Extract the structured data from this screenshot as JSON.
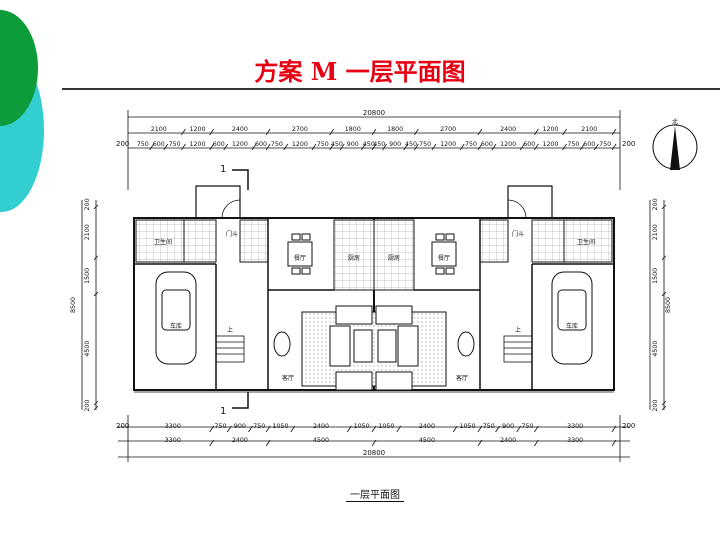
{
  "slide": {
    "title": "方案 M 一层平面图",
    "caption": "一层平面图"
  },
  "colors": {
    "title": "#e60012",
    "accent_green": "#0e9b3a",
    "accent_cyan": "#33cfd0",
    "line": "#111111"
  },
  "dimensions": {
    "overall": "20800",
    "top_row1": [
      "2100",
      "1200",
      "2400",
      "2700",
      "1800",
      "1800",
      "2700",
      "2400",
      "1200",
      "2100"
    ],
    "top_row2": [
      "750",
      "600",
      "750",
      "1200",
      "600",
      "1200",
      "600",
      "750",
      "1200",
      "750",
      "450",
      "900",
      "450",
      "450",
      "900",
      "450",
      "750",
      "1200",
      "750",
      "600",
      "1200",
      "600",
      "1200",
      "750",
      "600",
      "750"
    ],
    "side": "200",
    "left_vertical": [
      "200",
      "2100",
      "1500",
      "4500",
      "200"
    ],
    "left_total": "8500",
    "right_vertical": [
      "200",
      "2100",
      "1500",
      "4500",
      "200"
    ],
    "right_total": "8500",
    "bottom_row1": [
      "3300",
      "750",
      "900",
      "750",
      "1050",
      "2400",
      "1050",
      "1050",
      "2400",
      "1050",
      "750",
      "900",
      "750",
      "3300"
    ],
    "bottom_row2": [
      "3300",
      "2400",
      "4500",
      "4500",
      "2400",
      "3300"
    ]
  },
  "rooms": {
    "bathroom": "卫生间",
    "foyer": "门斗",
    "dining": "餐厅",
    "kitchen": "厨房",
    "garage": "车库",
    "living": "客厅",
    "up": "上"
  },
  "section_mark": "1",
  "north": "北"
}
